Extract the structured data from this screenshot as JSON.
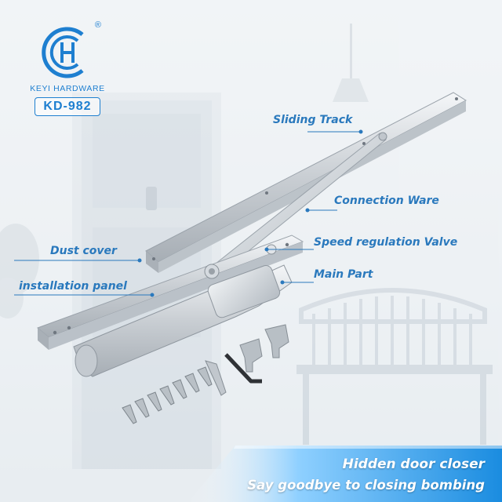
{
  "brand": {
    "registered_mark": "®",
    "name": "KEYI HARDWARE",
    "model": "KD-982"
  },
  "callouts": {
    "sliding_track": "Sliding Track",
    "connection_ware": "Connection Ware",
    "speed_valve": "Speed regulation Valve",
    "main_part": "Main Part",
    "dust_cover": "Dust cover",
    "installation_panel": "installation panel"
  },
  "banner": {
    "headline": "Hidden door closer",
    "tagline": "Say goodbye to closing bombing"
  },
  "colors": {
    "accent": "#1e7fd0",
    "label": "#2a79bd",
    "banner_blue": "#1a8ce0",
    "banner_light": "#8fd0ff"
  },
  "icons": [
    "brand-logo-icon"
  ]
}
